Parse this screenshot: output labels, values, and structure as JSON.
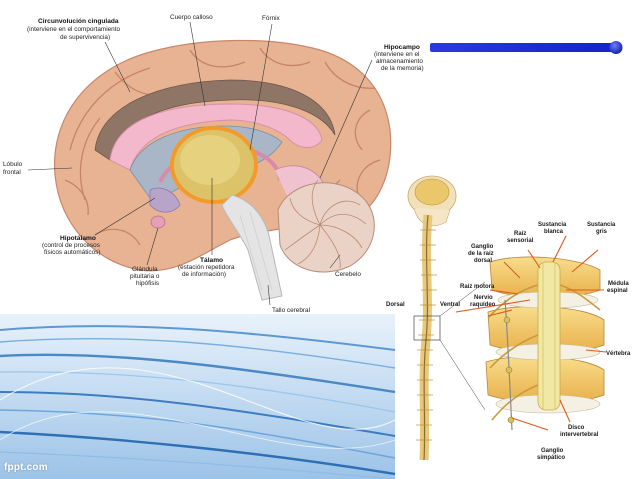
{
  "brain": {
    "cingulate": [
      "Circunvolución cingulada",
      "(interviene en el comportamiento",
      "de supervivencia)"
    ],
    "callosum": "Cuerpo calloso",
    "fornix": "Fórnix",
    "hippocampus": [
      "Hipocampo",
      "(interviene en el",
      "almacenamiento",
      "de la memoria)"
    ],
    "frontal": [
      "Lóbulo",
      "frontal"
    ],
    "hypothalamus": [
      "Hipotálamo",
      "(control de procesos",
      "físicos automáticos)"
    ],
    "pituitary": [
      "Glándula",
      "pituitaria o",
      "hipófisis"
    ],
    "thalamus": [
      "Tálamo",
      "(estación repetidora",
      "de información)"
    ],
    "cerebellum": "Cerebelo",
    "brainstem": "Tallo cerebral"
  },
  "spine": {
    "dorsal": "Dorsal",
    "ventral": "Ventral",
    "white_matter": [
      "Sustancia",
      "blanca"
    ],
    "gray_matter": [
      "Sustancia",
      "gris"
    ],
    "sensory_root": [
      "Raíz",
      "sensorial"
    ],
    "dorsal_ganglion": [
      "Ganglio",
      "de la raíz",
      "dorsal"
    ],
    "motor_root": "Raíz motora",
    "spinal_nerve": [
      "Nervio",
      "raquídeo"
    ],
    "spinal_cord": [
      "Médula",
      "espinal"
    ],
    "vertebra": "Vértebra",
    "disc": [
      "Disco",
      "intervertebral"
    ],
    "sympathetic_ganglion": [
      "Ganglio",
      "simpático"
    ]
  },
  "watermark": "fppt.com",
  "colors": {
    "accent_bar": "#1f2fd6",
    "wave": "#3a7fc8",
    "label_arrow": "#e05a1c"
  }
}
